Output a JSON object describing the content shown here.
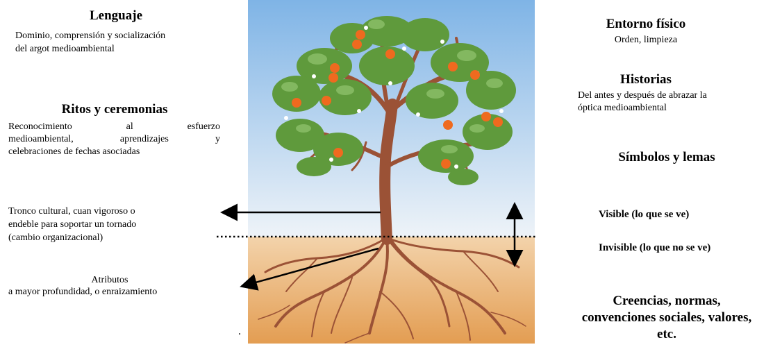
{
  "left": {
    "lenguaje": {
      "title": "Lenguaje",
      "line1": "Dominio, comprensión y socialización",
      "line2": "del argot medioambiental"
    },
    "ritos": {
      "title": "Ritos y ceremonias",
      "line1": "Reconocimiento al esfuerzo",
      "line2": "medioambiental, aprendizajes y",
      "line3": "celebraciones de fechas asociadas"
    },
    "tronco": {
      "line1": "Tronco cultural, cuan vigoroso o",
      "line2": "endeble para soportar un tornado",
      "line3": "(cambio organizacional)"
    },
    "atributos": {
      "line1": "Atributos",
      "line2": "a mayor profundidad, o enraizamiento"
    }
  },
  "right": {
    "entorno": {
      "title": "Entorno físico",
      "desc": "Orden, limpieza"
    },
    "historias": {
      "title": "Historias",
      "line1": "Del antes y después de abrazar la",
      "line2": "óptica medioambiental"
    },
    "simbolos": {
      "title": "Símbolos y lemas"
    },
    "visible": "Visible (lo que se ve)",
    "invisible": "Invisible (lo que no se ve)",
    "creencias": {
      "line1": "Creencias, normas,",
      "line2": "convenciones sociales, valores,",
      "line3": "etc."
    }
  },
  "dot": ".",
  "colors": {
    "sky_top": "#7fb4e6",
    "sky_bottom": "#eef3f8",
    "soil_top": "#f1cda3",
    "soil_bottom": "#e29a4f",
    "trunk": "#9b5236",
    "leaf": "#5f9a3c",
    "orange": "#ef6a1f"
  },
  "icons": [
    "tree-illustration",
    "arrow-left-icon",
    "double-arrow-icon"
  ]
}
